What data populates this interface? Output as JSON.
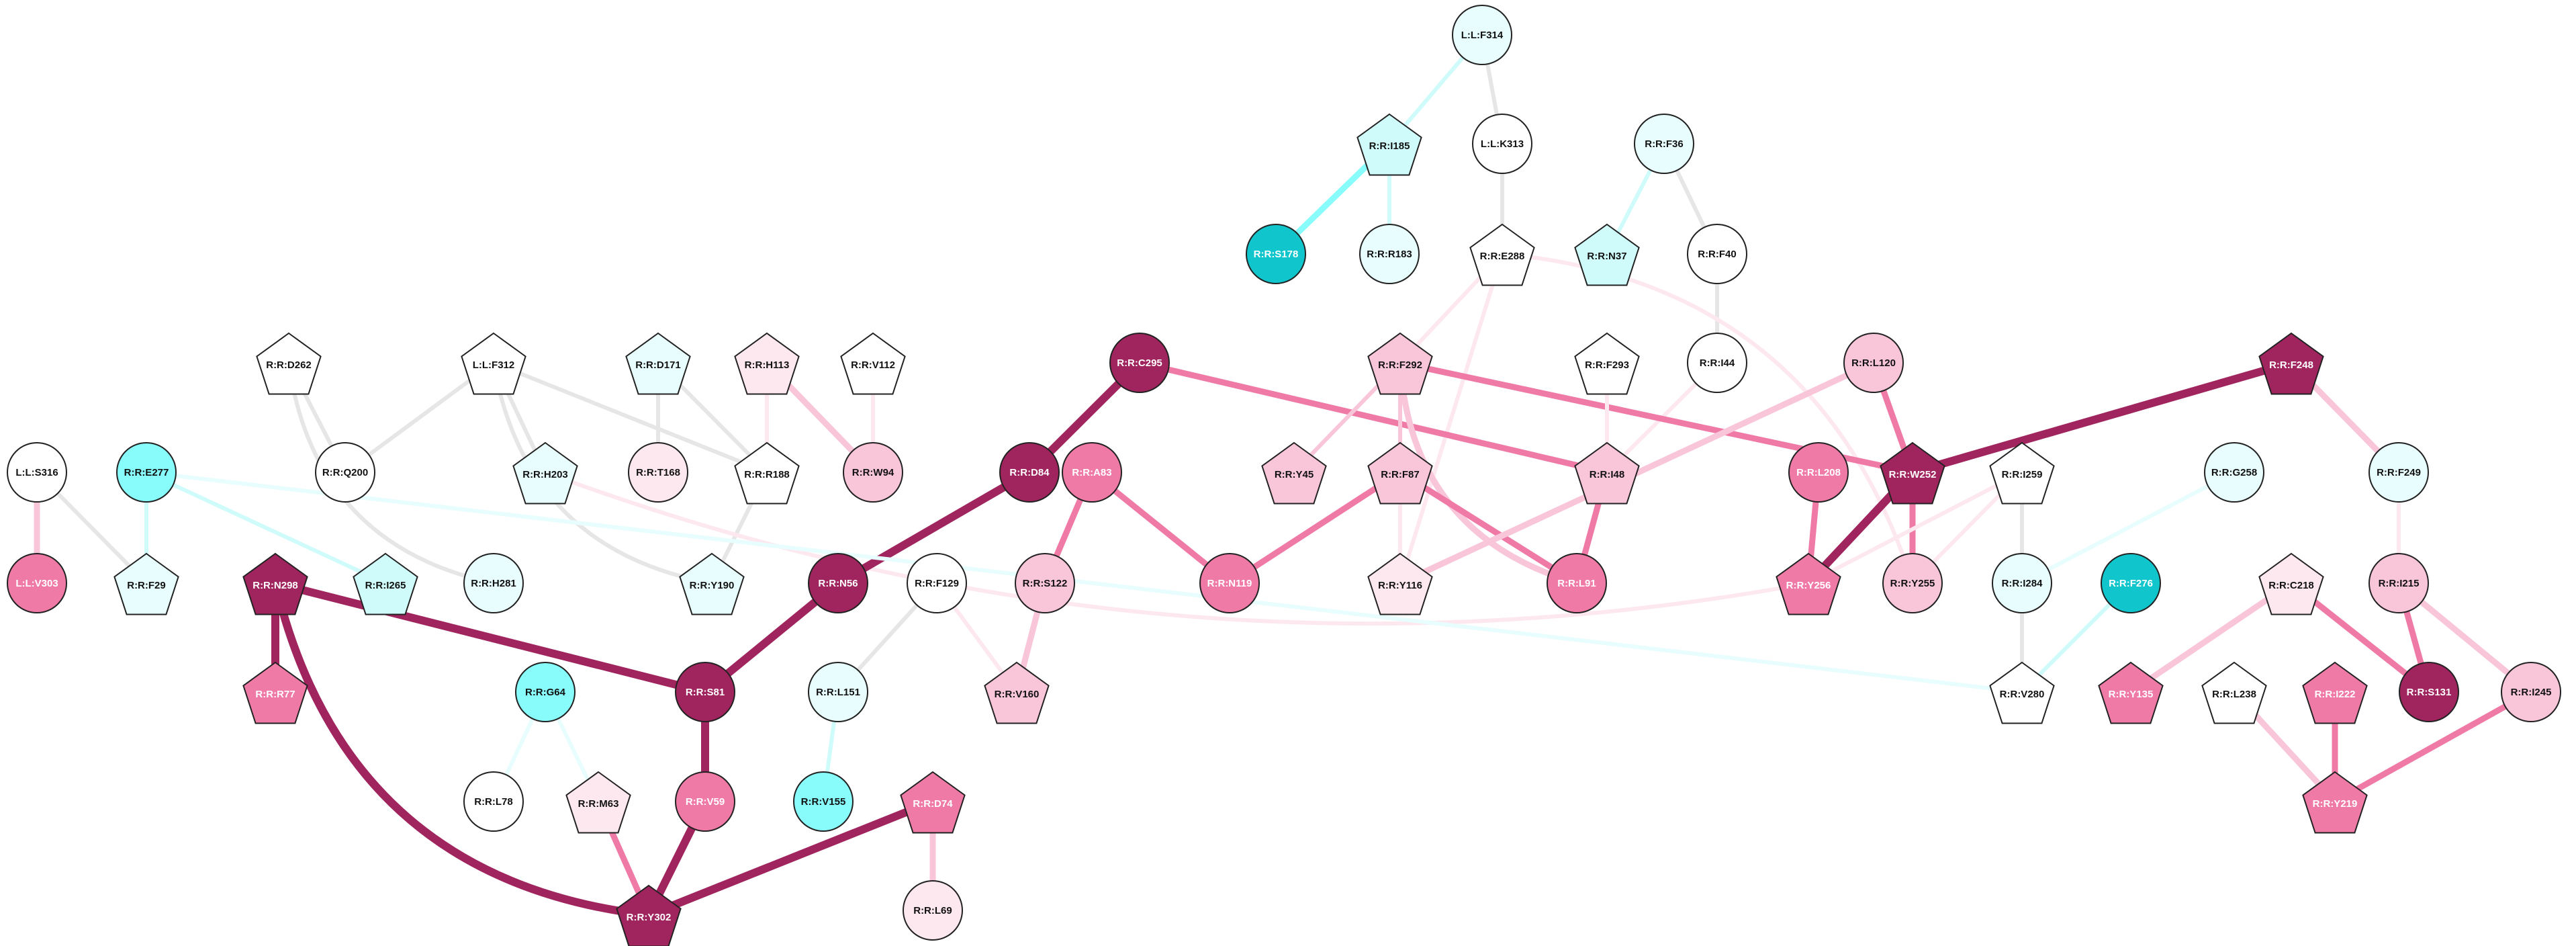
{
  "colors": {
    "dark": "#a0245e",
    "mid": "#f07aa6",
    "light": "#f9c5d9",
    "pale": "#fde8f0",
    "white": "#ffffff",
    "cyan_pale": "#e8fdfd",
    "cyan_light": "#d0fbfb",
    "cyan": "#88fbfb",
    "teal": "#11c5cc",
    "gray": "#e6e6e6",
    "outline": "#222222"
  },
  "nodes": [
    {
      "id": "L:L:F314",
      "shape": "circle",
      "fill": "cyan_pale"
    },
    {
      "id": "R:R:I185",
      "shape": "pentagon",
      "fill": "cyan_light"
    },
    {
      "id": "L:L:K313",
      "shape": "circle",
      "fill": "white"
    },
    {
      "id": "R:R:F36",
      "shape": "circle",
      "fill": "cyan_pale"
    },
    {
      "id": "R:R:S178",
      "shape": "circle",
      "fill": "teal"
    },
    {
      "id": "R:R:R183",
      "shape": "circle",
      "fill": "cyan_pale"
    },
    {
      "id": "R:R:E288",
      "shape": "pentagon",
      "fill": "white"
    },
    {
      "id": "R:R:N37",
      "shape": "pentagon",
      "fill": "cyan_light"
    },
    {
      "id": "R:R:F40",
      "shape": "circle",
      "fill": "white"
    },
    {
      "id": "R:R:D262",
      "shape": "pentagon",
      "fill": "white"
    },
    {
      "id": "L:L:F312",
      "shape": "pentagon",
      "fill": "white"
    },
    {
      "id": "R:R:D171",
      "shape": "pentagon",
      "fill": "cyan_pale"
    },
    {
      "id": "R:R:H113",
      "shape": "pentagon",
      "fill": "pale"
    },
    {
      "id": "R:R:V112",
      "shape": "pentagon",
      "fill": "white"
    },
    {
      "id": "R:R:C295",
      "shape": "circle",
      "fill": "dark"
    },
    {
      "id": "R:R:F292",
      "shape": "pentagon",
      "fill": "light"
    },
    {
      "id": "R:R:F293",
      "shape": "pentagon",
      "fill": "white"
    },
    {
      "id": "R:R:I44",
      "shape": "circle",
      "fill": "white"
    },
    {
      "id": "R:R:L120",
      "shape": "circle",
      "fill": "light"
    },
    {
      "id": "R:R:F248",
      "shape": "pentagon",
      "fill": "dark"
    },
    {
      "id": "L:L:S316",
      "shape": "circle",
      "fill": "white"
    },
    {
      "id": "R:R:E277",
      "shape": "circle",
      "fill": "cyan"
    },
    {
      "id": "R:R:Q200",
      "shape": "circle",
      "fill": "white"
    },
    {
      "id": "R:R:H203",
      "shape": "pentagon",
      "fill": "cyan_pale"
    },
    {
      "id": "R:R:T168",
      "shape": "circle",
      "fill": "pale"
    },
    {
      "id": "R:R:R188",
      "shape": "pentagon",
      "fill": "white"
    },
    {
      "id": "R:R:W94",
      "shape": "circle",
      "fill": "light"
    },
    {
      "id": "R:R:D84",
      "shape": "circle",
      "fill": "dark"
    },
    {
      "id": "R:R:A83",
      "shape": "circle",
      "fill": "mid"
    },
    {
      "id": "R:R:Y45",
      "shape": "pentagon",
      "fill": "light"
    },
    {
      "id": "R:R:F87",
      "shape": "pentagon",
      "fill": "light"
    },
    {
      "id": "R:R:I48",
      "shape": "pentagon",
      "fill": "light"
    },
    {
      "id": "R:R:L208",
      "shape": "circle",
      "fill": "mid"
    },
    {
      "id": "R:R:W252",
      "shape": "pentagon",
      "fill": "dark"
    },
    {
      "id": "R:R:I259",
      "shape": "pentagon",
      "fill": "white"
    },
    {
      "id": "R:R:G258",
      "shape": "circle",
      "fill": "cyan_pale"
    },
    {
      "id": "R:R:F249",
      "shape": "circle",
      "fill": "cyan_pale"
    },
    {
      "id": "L:L:V303",
      "shape": "circle",
      "fill": "mid"
    },
    {
      "id": "R:R:F29",
      "shape": "pentagon",
      "fill": "cyan_pale"
    },
    {
      "id": "R:R:N298",
      "shape": "pentagon",
      "fill": "dark"
    },
    {
      "id": "R:R:I265",
      "shape": "pentagon",
      "fill": "cyan_light"
    },
    {
      "id": "R:R:H281",
      "shape": "circle",
      "fill": "cyan_pale"
    },
    {
      "id": "R:R:Y190",
      "shape": "pentagon",
      "fill": "cyan_pale"
    },
    {
      "id": "R:R:N56",
      "shape": "circle",
      "fill": "dark"
    },
    {
      "id": "R:R:F129",
      "shape": "circle",
      "fill": "white"
    },
    {
      "id": "R:R:S122",
      "shape": "circle",
      "fill": "light"
    },
    {
      "id": "R:R:N119",
      "shape": "circle",
      "fill": "mid"
    },
    {
      "id": "R:R:Y116",
      "shape": "pentagon",
      "fill": "pale"
    },
    {
      "id": "R:R:L91",
      "shape": "circle",
      "fill": "mid"
    },
    {
      "id": "R:R:Y256",
      "shape": "pentagon",
      "fill": "mid"
    },
    {
      "id": "R:R:Y255",
      "shape": "circle",
      "fill": "light"
    },
    {
      "id": "R:R:I284",
      "shape": "circle",
      "fill": "cyan_pale"
    },
    {
      "id": "R:R:F276",
      "shape": "circle",
      "fill": "teal"
    },
    {
      "id": "R:R:C218",
      "shape": "pentagon",
      "fill": "pale"
    },
    {
      "id": "R:R:I215",
      "shape": "circle",
      "fill": "light"
    },
    {
      "id": "R:R:R77",
      "shape": "pentagon",
      "fill": "mid"
    },
    {
      "id": "R:R:S81",
      "shape": "circle",
      "fill": "dark"
    },
    {
      "id": "R:R:V160",
      "shape": "pentagon",
      "fill": "light"
    },
    {
      "id": "R:R:L151",
      "shape": "circle",
      "fill": "cyan_pale"
    },
    {
      "id": "R:R:G64",
      "shape": "circle",
      "fill": "cyan"
    },
    {
      "id": "R:R:V280",
      "shape": "pentagon",
      "fill": "white"
    },
    {
      "id": "R:R:Y135",
      "shape": "pentagon",
      "fill": "mid"
    },
    {
      "id": "R:R:L238",
      "shape": "pentagon",
      "fill": "white"
    },
    {
      "id": "R:R:I222",
      "shape": "pentagon",
      "fill": "mid"
    },
    {
      "id": "R:R:S131",
      "shape": "circle",
      "fill": "dark"
    },
    {
      "id": "R:R:I245",
      "shape": "circle",
      "fill": "light"
    },
    {
      "id": "R:R:L78",
      "shape": "circle",
      "fill": "white"
    },
    {
      "id": "R:R:M63",
      "shape": "pentagon",
      "fill": "pale"
    },
    {
      "id": "R:R:V59",
      "shape": "circle",
      "fill": "mid"
    },
    {
      "id": "R:R:V155",
      "shape": "circle",
      "fill": "cyan"
    },
    {
      "id": "R:R:D74",
      "shape": "pentagon",
      "fill": "mid"
    },
    {
      "id": "R:R:Y219",
      "shape": "pentagon",
      "fill": "mid"
    },
    {
      "id": "R:R:Y302",
      "shape": "pentagon",
      "fill": "dark"
    },
    {
      "id": "R:R:L69",
      "shape": "circle",
      "fill": "pale"
    }
  ],
  "edges": [
    {
      "a": "L:L:F314",
      "b": "R:R:I185",
      "color": "cyan_light",
      "weight": "thin"
    },
    {
      "a": "L:L:F314",
      "b": "L:L:K313",
      "color": "gray",
      "weight": "thin"
    },
    {
      "a": "R:R:I185",
      "b": "R:R:S178",
      "color": "cyan",
      "weight": "medium"
    },
    {
      "a": "R:R:I185",
      "b": "R:R:R183",
      "color": "cyan_light",
      "weight": "thin"
    },
    {
      "a": "L:L:K313",
      "b": "R:R:E288",
      "color": "gray",
      "weight": "thin"
    },
    {
      "a": "R:R:F36",
      "b": "R:R:N37",
      "color": "cyan_light",
      "weight": "thin"
    },
    {
      "a": "R:R:F36",
      "b": "R:R:F40",
      "color": "gray",
      "weight": "thin"
    },
    {
      "a": "R:R:F40",
      "b": "R:R:I44",
      "color": "gray",
      "weight": "thin"
    },
    {
      "a": "R:R:I44",
      "b": "R:R:I48",
      "color": "pale",
      "weight": "thin"
    },
    {
      "a": "R:R:E288",
      "b": "R:R:F292",
      "color": "pale",
      "weight": "thin"
    },
    {
      "a": "R:R:E288",
      "b": "R:R:Y116",
      "color": "pale",
      "weight": "thin"
    },
    {
      "a": "R:R:E288",
      "b": "R:R:Y255",
      "color": "pale",
      "weight": "thin",
      "curve": "right"
    },
    {
      "a": "R:R:D262",
      "b": "R:R:Q200",
      "color": "gray",
      "weight": "thin"
    },
    {
      "a": "R:R:D262",
      "b": "R:R:H281",
      "color": "gray",
      "weight": "thin",
      "curve": "left"
    },
    {
      "a": "L:L:F312",
      "b": "R:R:Q200",
      "color": "gray",
      "weight": "thin"
    },
    {
      "a": "L:L:F312",
      "b": "R:R:H203",
      "color": "gray",
      "weight": "thin"
    },
    {
      "a": "L:L:F312",
      "b": "R:R:R188",
      "color": "gray",
      "weight": "thin"
    },
    {
      "a": "L:L:F312",
      "b": "R:R:Y190",
      "color": "gray",
      "weight": "thin",
      "curve": "left"
    },
    {
      "a": "R:R:D171",
      "b": "R:R:T168",
      "color": "gray",
      "weight": "thin"
    },
    {
      "a": "R:R:D171",
      "b": "R:R:R188",
      "color": "gray",
      "weight": "thin"
    },
    {
      "a": "R:R:H113",
      "b": "R:R:R188",
      "color": "pale",
      "weight": "thin"
    },
    {
      "a": "R:R:H113",
      "b": "R:R:W94",
      "color": "light",
      "weight": "medium"
    },
    {
      "a": "R:R:V112",
      "b": "R:R:W94",
      "color": "pale",
      "weight": "thin"
    },
    {
      "a": "R:R:R188",
      "b": "R:R:Y190",
      "color": "gray",
      "weight": "thin"
    },
    {
      "a": "R:R:H203",
      "b": "R:R:Y256",
      "color": "pale",
      "weight": "thin",
      "curve": "down"
    },
    {
      "a": "R:R:C295",
      "b": "R:R:D84",
      "color": "dark",
      "weight": "thick"
    },
    {
      "a": "R:R:C295",
      "b": "R:R:I48",
      "color": "mid",
      "weight": "medium"
    },
    {
      "a": "R:R:D84",
      "b": "R:R:N56",
      "color": "dark",
      "weight": "thick"
    },
    {
      "a": "R:R:N56",
      "b": "R:R:S81",
      "color": "dark",
      "weight": "thick"
    },
    {
      "a": "R:R:A83",
      "b": "R:R:S122",
      "color": "mid",
      "weight": "medium"
    },
    {
      "a": "R:R:A83",
      "b": "R:R:N119",
      "color": "mid",
      "weight": "medium"
    },
    {
      "a": "R:R:S122",
      "b": "R:R:V160",
      "color": "light",
      "weight": "medium"
    },
    {
      "a": "R:R:F129",
      "b": "R:R:V160",
      "color": "pale",
      "weight": "thin"
    },
    {
      "a": "R:R:F129",
      "b": "R:R:L151",
      "color": "gray",
      "weight": "thin"
    },
    {
      "a": "R:R:L151",
      "b": "R:R:V155",
      "color": "cyan_light",
      "weight": "thin"
    },
    {
      "a": "R:R:F292",
      "b": "R:R:Y45",
      "color": "light",
      "weight": "thin"
    },
    {
      "a": "R:R:F292",
      "b": "R:R:F87",
      "color": "light",
      "weight": "thin"
    },
    {
      "a": "R:R:F292",
      "b": "R:R:W252",
      "color": "mid",
      "weight": "medium"
    },
    {
      "a": "R:R:F292",
      "b": "R:R:L91",
      "color": "light",
      "weight": "medium",
      "curve": "left"
    },
    {
      "a": "R:R:F87",
      "b": "R:R:N119",
      "color": "mid",
      "weight": "medium"
    },
    {
      "a": "R:R:F87",
      "b": "R:R:L91",
      "color": "mid",
      "weight": "medium"
    },
    {
      "a": "R:R:F87",
      "b": "R:R:Y116",
      "color": "pale",
      "weight": "thin"
    },
    {
      "a": "R:R:F293",
      "b": "R:R:I48",
      "color": "pale",
      "weight": "thin"
    },
    {
      "a": "R:R:I48",
      "b": "R:R:L91",
      "color": "mid",
      "weight": "medium"
    },
    {
      "a": "R:R:L120",
      "b": "R:R:Y116",
      "color": "light",
      "weight": "medium"
    },
    {
      "a": "R:R:L120",
      "b": "R:R:W252",
      "color": "mid",
      "weight": "medium"
    },
    {
      "a": "R:R:F248",
      "b": "R:R:W252",
      "color": "dark",
      "weight": "thick"
    },
    {
      "a": "R:R:F248",
      "b": "R:R:F249",
      "color": "light",
      "weight": "medium"
    },
    {
      "a": "R:R:W252",
      "b": "R:R:Y256",
      "color": "dark",
      "weight": "thick"
    },
    {
      "a": "R:R:W252",
      "b": "R:R:Y255",
      "color": "mid",
      "weight": "medium"
    },
    {
      "a": "R:R:L208",
      "b": "R:R:Y256",
      "color": "mid",
      "weight": "medium"
    },
    {
      "a": "R:R:I259",
      "b": "R:R:Y256",
      "color": "pale",
      "weight": "thin"
    },
    {
      "a": "R:R:I259",
      "b": "R:R:Y255",
      "color": "pale",
      "weight": "thin"
    },
    {
      "a": "R:R:I259",
      "b": "R:R:I284",
      "color": "gray",
      "weight": "thin"
    },
    {
      "a": "R:R:G258",
      "b": "R:R:I284",
      "color": "cyan_pale",
      "weight": "thin"
    },
    {
      "a": "R:R:I284",
      "b": "R:R:V280",
      "color": "gray",
      "weight": "thin"
    },
    {
      "a": "R:R:F276",
      "b": "R:R:V280",
      "color": "cyan_light",
      "weight": "thin"
    },
    {
      "a": "R:R:F249",
      "b": "R:R:I215",
      "color": "pale",
      "weight": "thin"
    },
    {
      "a": "R:R:I215",
      "b": "R:R:S131",
      "color": "mid",
      "weight": "medium"
    },
    {
      "a": "R:R:I215",
      "b": "R:R:I245",
      "color": "light",
      "weight": "medium"
    },
    {
      "a": "R:R:C218",
      "b": "R:R:S131",
      "color": "mid",
      "weight": "medium"
    },
    {
      "a": "R:R:C218",
      "b": "R:R:Y135",
      "color": "light",
      "weight": "medium"
    },
    {
      "a": "R:R:L238",
      "b": "R:R:Y219",
      "color": "light",
      "weight": "medium"
    },
    {
      "a": "R:R:I222",
      "b": "R:R:Y219",
      "color": "mid",
      "weight": "medium"
    },
    {
      "a": "R:R:I245",
      "b": "R:R:Y219",
      "color": "mid",
      "weight": "medium"
    },
    {
      "a": "L:L:S316",
      "b": "L:L:V303",
      "color": "light",
      "weight": "medium"
    },
    {
      "a": "L:L:S316",
      "b": "R:R:F29",
      "color": "gray",
      "weight": "thin"
    },
    {
      "a": "R:R:E277",
      "b": "R:R:F29",
      "color": "cyan_light",
      "weight": "thin"
    },
    {
      "a": "R:R:E277",
      "b": "R:R:I265",
      "color": "cyan_light",
      "weight": "thin"
    },
    {
      "a": "R:R:E277",
      "b": "R:R:V280",
      "color": "cyan_pale",
      "weight": "thin"
    },
    {
      "a": "R:R:N298",
      "b": "R:R:R77",
      "color": "dark",
      "weight": "thick"
    },
    {
      "a": "R:R:N298",
      "b": "R:R:S81",
      "color": "dark",
      "weight": "thick"
    },
    {
      "a": "R:R:N298",
      "b": "R:R:Y302",
      "color": "dark",
      "weight": "thick",
      "curve": "left"
    },
    {
      "a": "R:R:S81",
      "b": "R:R:V59",
      "color": "dark",
      "weight": "thick"
    },
    {
      "a": "R:R:V59",
      "b": "R:R:Y302",
      "color": "dark",
      "weight": "thick"
    },
    {
      "a": "R:R:G64",
      "b": "R:R:L78",
      "color": "cyan_pale",
      "weight": "thin"
    },
    {
      "a": "R:R:G64",
      "b": "R:R:M63",
      "color": "cyan_pale",
      "weight": "thin"
    },
    {
      "a": "R:R:M63",
      "b": "R:R:Y302",
      "color": "mid",
      "weight": "medium"
    },
    {
      "a": "R:R:D74",
      "b": "R:R:Y302",
      "color": "dark",
      "weight": "thick"
    },
    {
      "a": "R:R:D74",
      "b": "R:R:L69",
      "color": "light",
      "weight": "medium"
    }
  ]
}
